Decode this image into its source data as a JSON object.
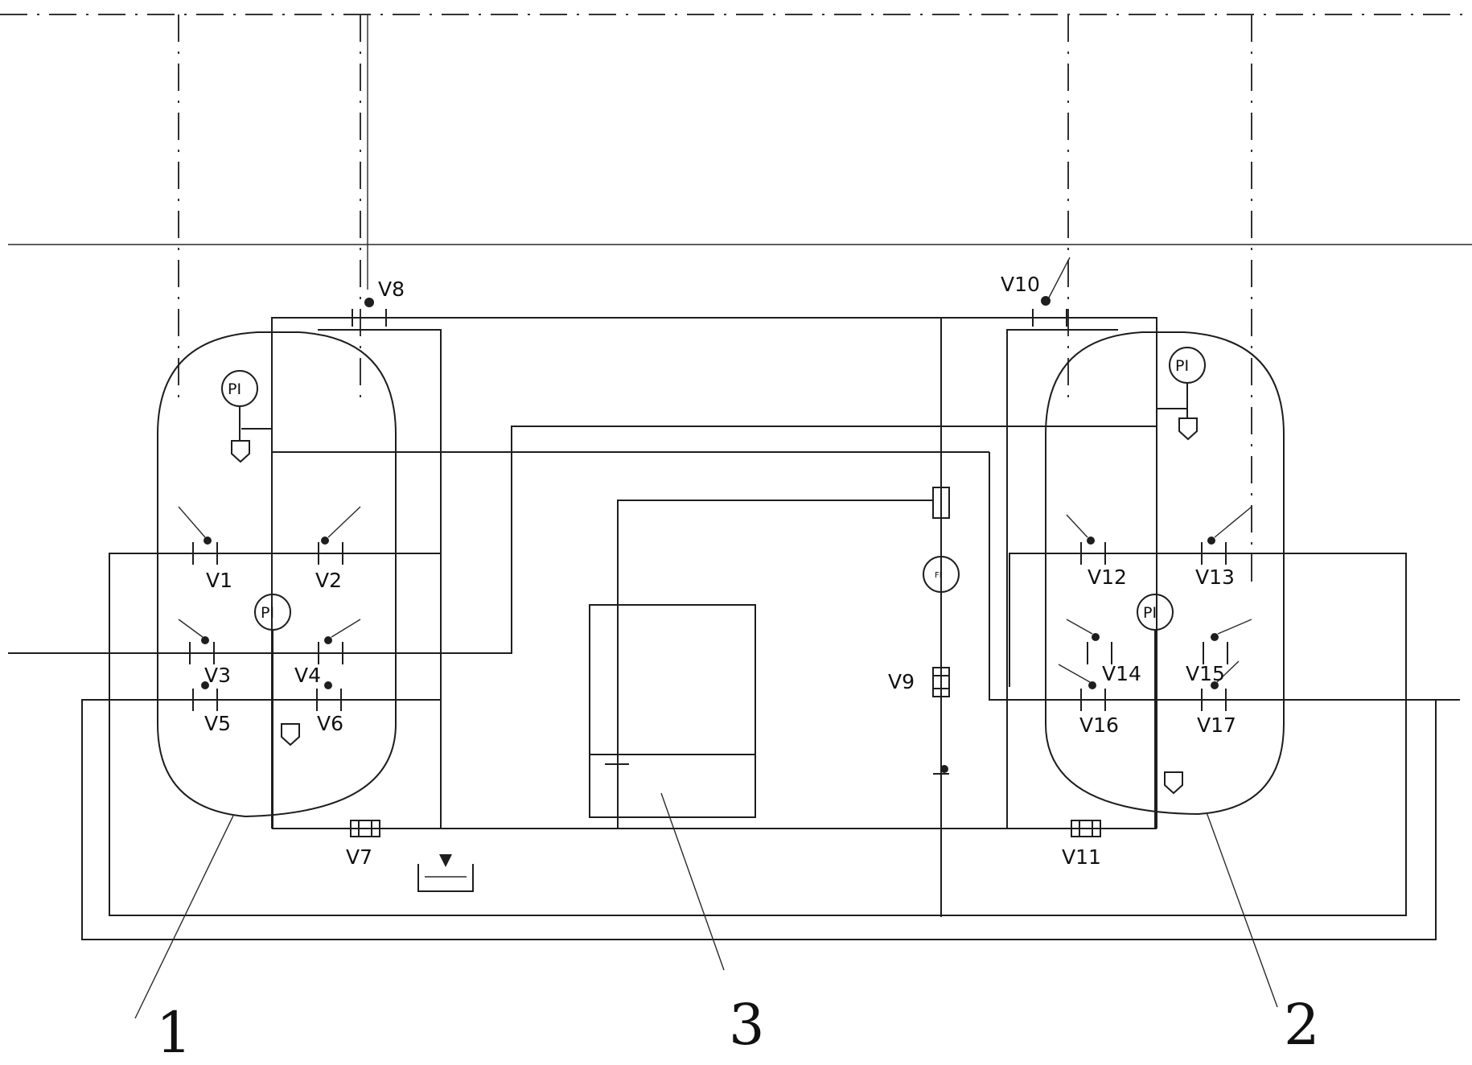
{
  "diagram": {
    "reference_numerals": {
      "tank_left": "1",
      "tank_right": "2",
      "reservoir": "3"
    },
    "valves": {
      "v1": "V1",
      "v2": "V2",
      "v3": "V3",
      "v4": "V4",
      "v5": "V5",
      "v6": "V6",
      "v7": "V7",
      "v8": "V8",
      "v9": "V9",
      "v10": "V10",
      "v11": "V11",
      "v12": "V12",
      "v13": "V13",
      "v14": "V14",
      "v15": "V15",
      "v16": "V16",
      "v17": "V17"
    },
    "instruments": {
      "pi": "PI",
      "fi": "FI"
    },
    "colors": {
      "line": "#1e1e1e",
      "background": "#ffffff"
    }
  }
}
